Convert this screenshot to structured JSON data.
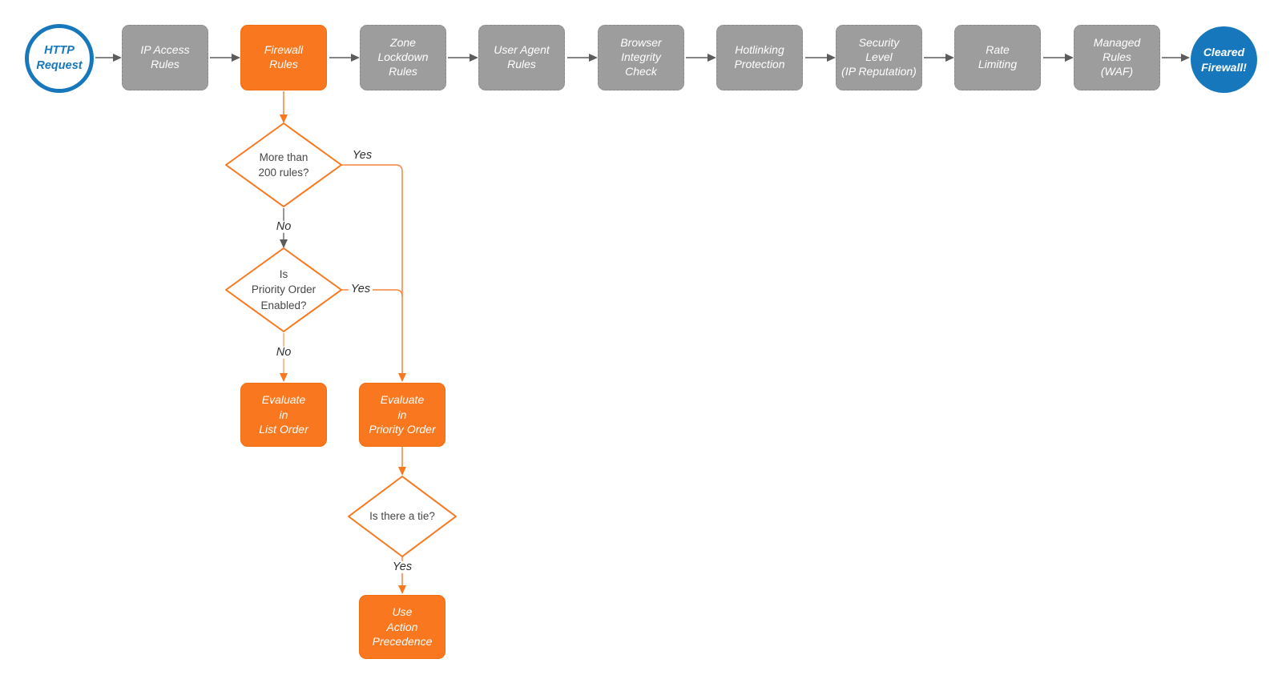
{
  "title": "HTTP request firewall evaluation flowchart",
  "colors": {
    "accent_orange": "#f9771e",
    "stage_gray": "#9d9d9d",
    "brand_blue": "#1777bd",
    "connector_gray": "#5c5c5c",
    "connector_orange": "#f8833f",
    "decision_text": "#474747"
  },
  "flow": {
    "start": {
      "label": "HTTP\nRequest"
    },
    "pipeline": [
      {
        "label": "IP Access\nRules"
      },
      {
        "label": "Firewall\nRules"
      },
      {
        "label": "Zone\nLockdown\nRules"
      },
      {
        "label": "User Agent\nRules"
      },
      {
        "label": "Browser\nIntegrity\nCheck"
      },
      {
        "label": "Hotlinking\nProtection"
      },
      {
        "label": "Security\nLevel\n(IP Reputation)"
      },
      {
        "label": "Rate\nLimiting"
      },
      {
        "label": "Managed\nRules\n(WAF)"
      }
    ],
    "end": {
      "label": "Cleared\nFirewall!"
    },
    "decisions": [
      {
        "label": "More than\n200 rules?"
      },
      {
        "label": "Is\nPriority Order\nEnabled?"
      },
      {
        "label": "Is there a tie?"
      }
    ],
    "actions": [
      {
        "label": "Evaluate\nin\nList Order"
      },
      {
        "label": "Evaluate\nin\nPriority Order"
      },
      {
        "label": "Use\nAction\nPrecedence"
      }
    ],
    "edge_labels": {
      "d1_yes": "Yes",
      "d1_no": "No",
      "d2_yes": "Yes",
      "d2_no": "No",
      "d3_yes": "Yes"
    }
  }
}
